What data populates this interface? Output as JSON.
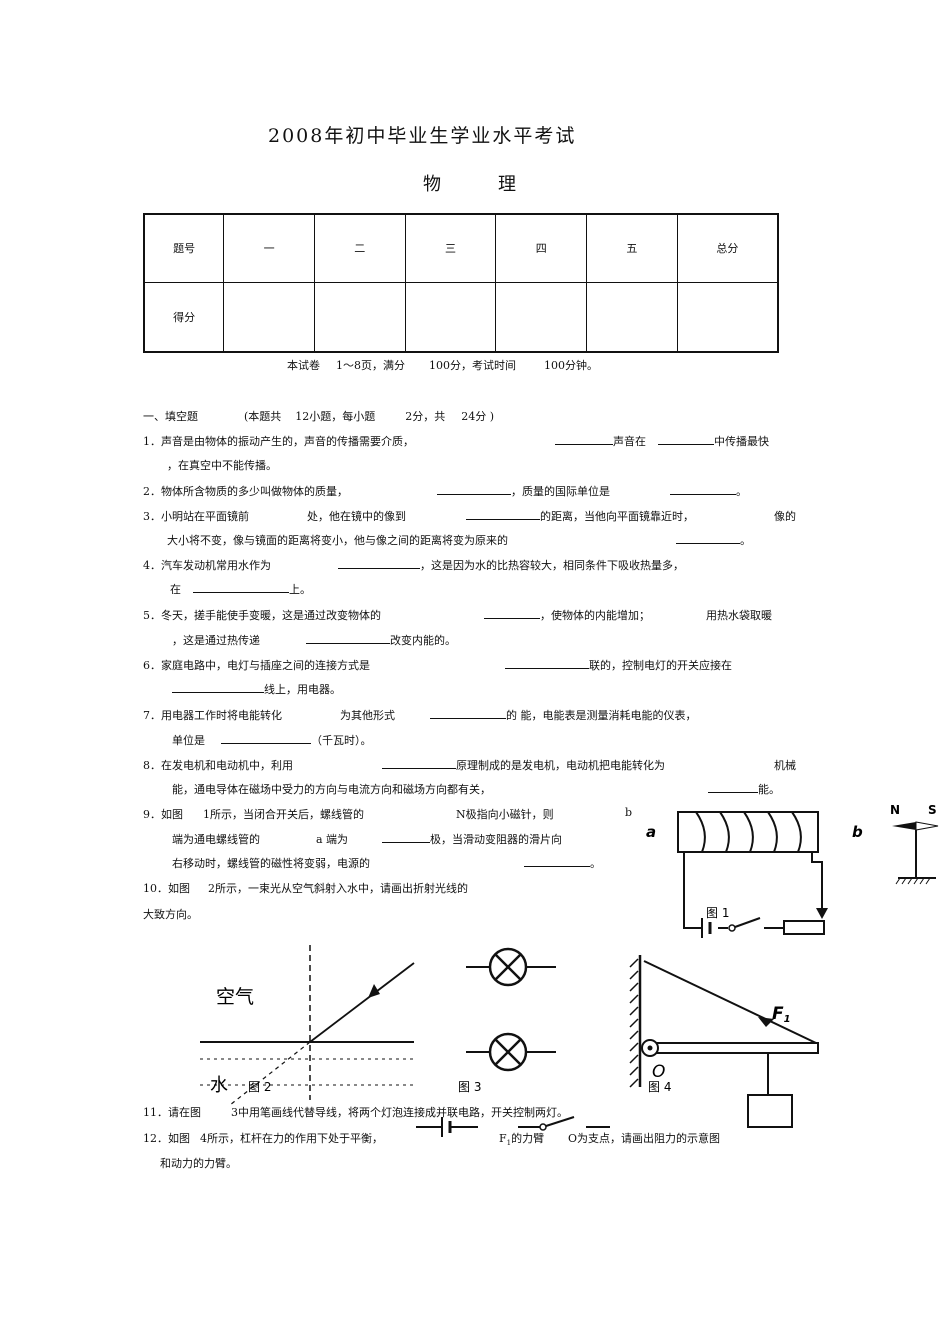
{
  "header": {
    "title": "2008年初中毕业生学业水平考试",
    "subject": [
      "物",
      "理"
    ]
  },
  "score_table": {
    "row1": [
      "题号",
      "一",
      "二",
      "三",
      "四",
      "五",
      "总分"
    ],
    "row2_label": "得分"
  },
  "note": {
    "p1": "本试卷",
    "p2": "1～8页，满分",
    "p3": "100分，考试时间",
    "p4": "100分钟。"
  },
  "section1": {
    "heading": "一、填空题",
    "detail_a": "(本题共",
    "detail_b": "12小题，每小题",
    "detail_c": "2分，共",
    "detail_d": "24分 )"
  },
  "questions": {
    "q1": {
      "num": "1．",
      "l1": "声音是由物体的振动产生的，声音的传播需要介质，",
      "m1": "声音在",
      "m2": "中传播最快",
      "l2": "，在真空中不能传播。"
    },
    "q2": {
      "num": "2．",
      "l1": "物体所含物质的多少叫做物体的质量，",
      "m1": "，质量的国际单位是",
      "m2": "。"
    },
    "q3": {
      "num": "3．",
      "l1a": "小明站在平面镜前",
      "l1b": "处，他在镜中的像到",
      "m1": "的距离，当他向平面镜靠近时，",
      "m2": "像的",
      "l2": "大小将不变，像与镜面的距离将变小，他与像之间的距离将变为原来的",
      "m3": "。"
    },
    "q4": {
      "num": "4．",
      "l1a": "汽车发动机常用水作为",
      "m1": "，这是因为水的比热容较大，相同条件下吸收热量多，",
      "l2a": "在",
      "m2": "上。"
    },
    "q5": {
      "num": "5．",
      "l1": "冬天，搓手能使手变暖，这是通过改变物体的",
      "m1": "，使物体的内能增加；",
      "m2": "用热水袋取暖",
      "l2": "，这是通过热传递",
      "m3": "改变内能的。"
    },
    "q6": {
      "num": "6．",
      "l1": "家庭电路中，电灯与插座之间的连接方式是",
      "m1": "联的，控制电灯的开关应接在",
      "m2": "线上，用电器。"
    },
    "q7": {
      "num": "7．",
      "l1a": "用电器工作时将电能转化",
      "l1b": "为其他形式",
      "m1": "的 能，电能表是测量消耗电能的仪表，",
      "l2a": "单位是",
      "m2": "（千瓦时）。"
    },
    "q8": {
      "num": "8．",
      "l1": "在发电机和电动机中，利用",
      "m1": "原理制成的是发电机，电动机把电能转化为",
      "m2": "机械",
      "l2": "能，通电导体在磁场中受力的方向与电流方向和磁场方向都有关，",
      "m3": "能。"
    },
    "q9": {
      "num": "9．",
      "l1a": "如图",
      "l1b": "1所示，当闭合开关后，螺线管的",
      "l1c": "N极指向小磁针，则",
      "l1d": "b",
      "l2a": "端为通电螺线管的",
      "l2b": "a 端为",
      "m1": "极，当滑动变阻器的滑片向",
      "l3": "右移动时，螺线管的磁性将变弱，电源的",
      "m2": "。"
    },
    "q10": {
      "num": "10．",
      "l1a": "如图",
      "l1b": "2所示，一束光从空气斜射入水中，请画出折射光线的",
      "l2": "大致方向。"
    },
    "q11": {
      "num": "11．",
      "l1a": "请在图",
      "l1b": "3中用笔画线代替导线，将两个灯泡连接成并联电路，开关控制两灯。"
    },
    "q12": {
      "num": "12．",
      "l1a": "如图",
      "l1b": "4所示，杠杆在力的作用下处于平衡，",
      "l1c": "F",
      "l1sub": "1",
      "l1d": "的力臂",
      "l1e": "O为支点，请画出阻力的示意图",
      "l2": "和动力的力臂。"
    }
  },
  "figures": {
    "fig1_caption": "图 1",
    "fig1_a": "a",
    "fig1_b": "b",
    "fig1_N": "N",
    "fig1_S": "S",
    "fig2_air": "空气",
    "fig2_water": "水",
    "fig2_caption": "图 2",
    "fig3_caption": "图 3",
    "fig4_caption": "图 4",
    "fig4_O": "O",
    "fig4_F": "F",
    "fig4_F_sub": "1"
  }
}
